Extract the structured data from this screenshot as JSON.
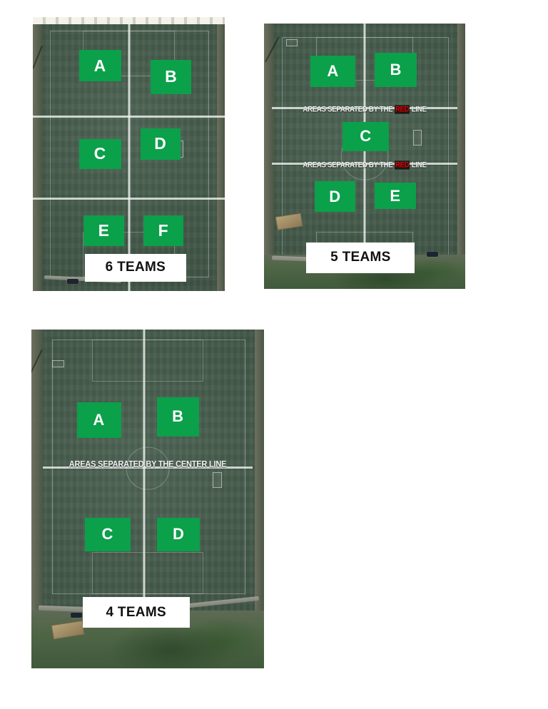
{
  "document": {
    "title": "Field Area Layouts by Number of Teams",
    "page_background": "#ffffff",
    "tile_color": "#0ba04a",
    "tile_text_color": "#ffffff",
    "red_word_color": "#e60000",
    "caption_background": "#ffffff",
    "caption_text_color": "#111111"
  },
  "diagrams": [
    {
      "id": "six-teams",
      "caption": "6 TEAMS",
      "team_count": 6,
      "divider_labels": [],
      "tiles": [
        {
          "label": "A",
          "row": 1,
          "col": 1
        },
        {
          "label": "B",
          "row": 1,
          "col": 2
        },
        {
          "label": "C",
          "row": 2,
          "col": 1
        },
        {
          "label": "D",
          "row": 2,
          "col": 2
        },
        {
          "label": "E",
          "row": 3,
          "col": 1
        },
        {
          "label": "F",
          "row": 3,
          "col": 2
        }
      ]
    },
    {
      "id": "five-teams",
      "caption": "5 TEAMS",
      "team_count": 5,
      "divider_labels": [
        {
          "prefix": "AREAS SEPARATED BY THE ",
          "highlight": "RED",
          "suffix": " LINE"
        },
        {
          "prefix": "AREAS SEPARATED BY THE ",
          "highlight": "RED",
          "suffix": " LINE"
        }
      ],
      "tiles": [
        {
          "label": "A",
          "row": 1,
          "col": 1
        },
        {
          "label": "B",
          "row": 1,
          "col": 2
        },
        {
          "label": "C",
          "row": 2,
          "col": 0
        },
        {
          "label": "D",
          "row": 3,
          "col": 1
        },
        {
          "label": "E",
          "row": 3,
          "col": 2
        }
      ]
    },
    {
      "id": "four-teams",
      "caption": "4 TEAMS",
      "team_count": 4,
      "divider_labels": [
        {
          "prefix": "AREAS SEPARATED BY THE CENTER LINE",
          "highlight": "",
          "suffix": ""
        }
      ],
      "tiles": [
        {
          "label": "A",
          "row": 1,
          "col": 1
        },
        {
          "label": "B",
          "row": 1,
          "col": 2
        },
        {
          "label": "C",
          "row": 2,
          "col": 1
        },
        {
          "label": "D",
          "row": 2,
          "col": 2
        }
      ]
    }
  ]
}
